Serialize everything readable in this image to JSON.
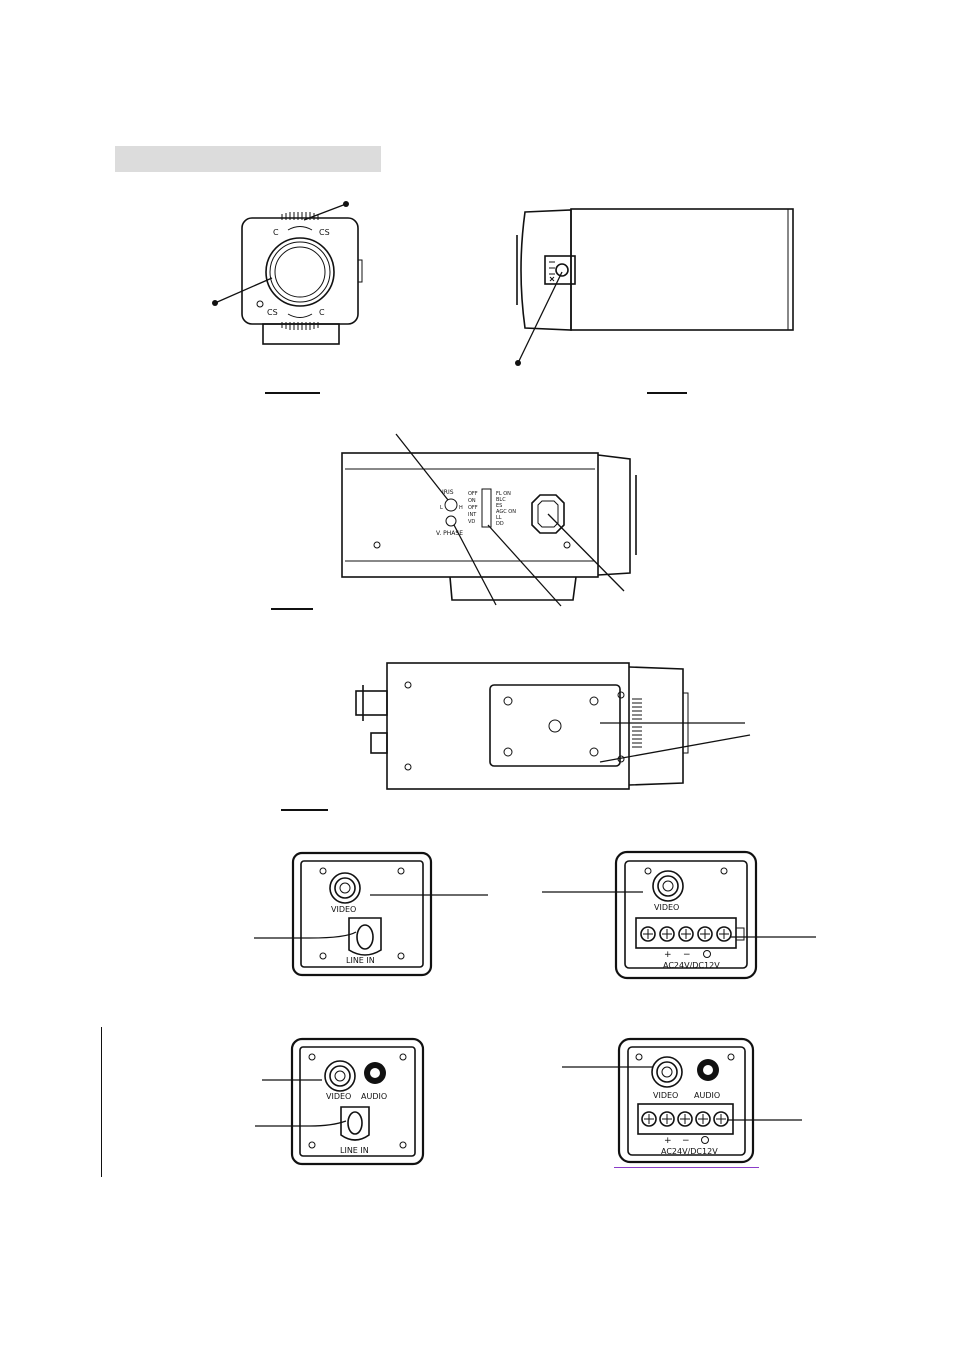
{
  "section_heading": "",
  "front_view": {
    "c_label_top": "C",
    "cs_label_top": "CS",
    "cs_label_bottom": "CS",
    "c_label_bottom": "C"
  },
  "side_switch_panel": {
    "iris_label": "IRIS",
    "iris_l": "L",
    "iris_h": "H",
    "vphase_label": "V. PHASE",
    "switch_left": [
      "OFF",
      "ON",
      "OFF",
      "INT",
      "VD"
    ],
    "switch_right": [
      "FL ON",
      "BLC",
      "ES",
      "AGC ON",
      "LL",
      "DD"
    ]
  },
  "rear_panels": {
    "video_label": "VIDEO",
    "audio_label": "AUDIO",
    "line_in_label": "LINE IN",
    "power_label": "AC24V/DC12V",
    "plus_sign": "+",
    "minus_sign": "−"
  }
}
